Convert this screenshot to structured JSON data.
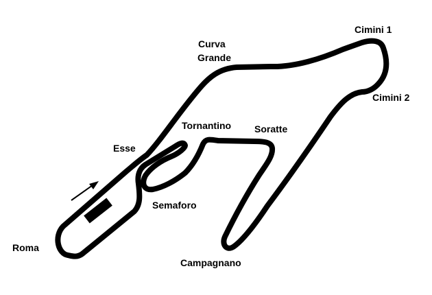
{
  "track": {
    "stroke_color": "#000000",
    "background_color": "#ffffff"
  },
  "corners": {
    "curva_grande_line1": "Curva",
    "curva_grande_line2": "Grande",
    "cimini_1": "Cimini 1",
    "cimini_2": "Cimini 2",
    "tornantino": "Tornantino",
    "soratte": "Soratte",
    "esse": "Esse",
    "semaforo": "Semaforo",
    "roma": "Roma",
    "campagnano": "Campagnano"
  },
  "icons": {
    "direction": "arrow-icon",
    "start_finish": "start-finish-marker"
  }
}
